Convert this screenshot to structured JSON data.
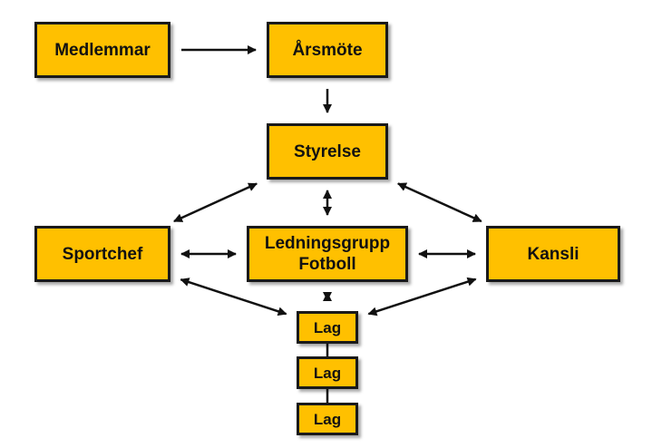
{
  "colors": {
    "box_fill": "#FFC000",
    "box_border": "#1a1a1a",
    "arrow": "#111111",
    "background": "#ffffff"
  },
  "nodes": {
    "medlemmar": {
      "label": "Medlemmar"
    },
    "arsmote": {
      "label": "Årsmöte"
    },
    "styrelse": {
      "label": "Styrelse"
    },
    "sportchef": {
      "label": "Sportchef"
    },
    "ledningsgrupp": {
      "line1": "Ledningsgrupp",
      "line2": "Fotboll"
    },
    "kansli": {
      "label": "Kansli"
    },
    "lag1": {
      "label": "Lag"
    },
    "lag2": {
      "label": "Lag"
    },
    "lag3": {
      "label": "Lag"
    }
  },
  "edges": [
    {
      "from": "medlemmar",
      "to": "arsmote",
      "direction": "forward"
    },
    {
      "from": "arsmote",
      "to": "styrelse",
      "direction": "forward"
    },
    {
      "from": "styrelse",
      "to": "ledningsgrupp",
      "direction": "both"
    },
    {
      "from": "styrelse",
      "to": "sportchef",
      "direction": "both"
    },
    {
      "from": "styrelse",
      "to": "kansli",
      "direction": "both"
    },
    {
      "from": "sportchef",
      "to": "ledningsgrupp",
      "direction": "both"
    },
    {
      "from": "ledningsgrupp",
      "to": "kansli",
      "direction": "both"
    },
    {
      "from": "ledningsgrupp",
      "to": "lag1",
      "direction": "both"
    },
    {
      "from": "sportchef",
      "to": "lag1",
      "direction": "both"
    },
    {
      "from": "kansli",
      "to": "lag1",
      "direction": "both"
    },
    {
      "from": "lag1",
      "to": "lag2",
      "direction": "none"
    },
    {
      "from": "lag2",
      "to": "lag3",
      "direction": "none"
    }
  ]
}
